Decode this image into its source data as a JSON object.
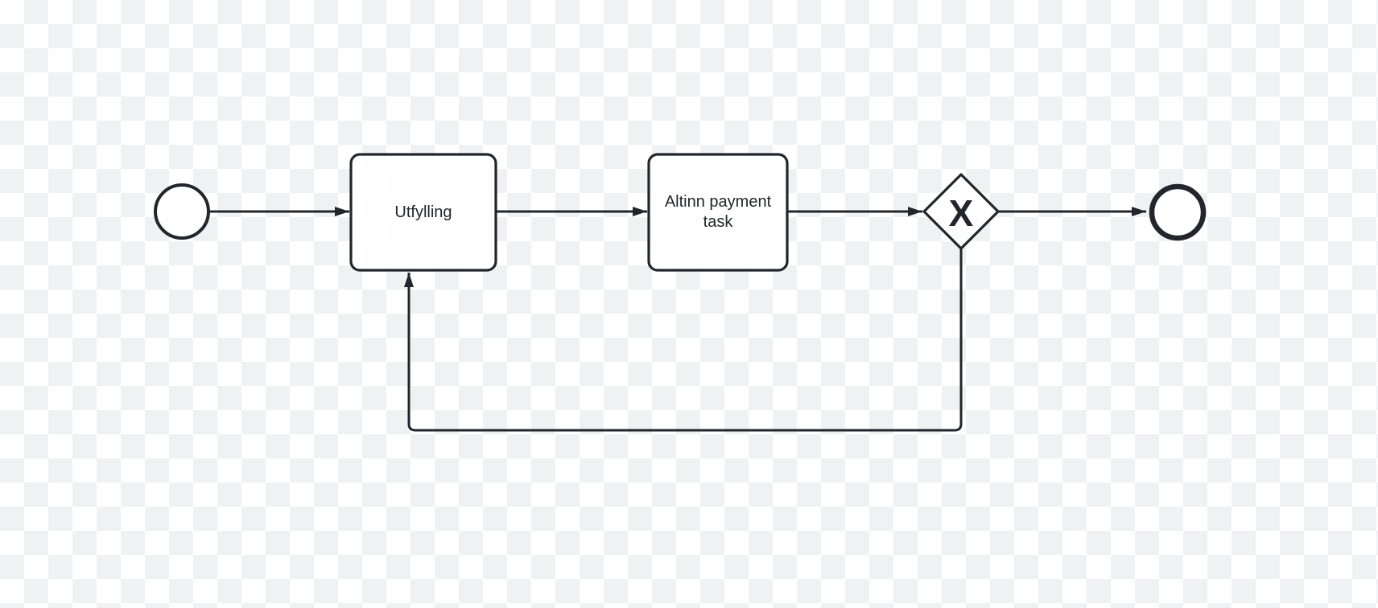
{
  "app": {
    "name": "BPMN process diagram canvas"
  },
  "theme": {
    "checker_gray": "#f0f1f2",
    "canvas_white": "#ffffff",
    "stroke": "#22252b",
    "shape_fill": "rgba(255,255,255,0.88)"
  },
  "diagram": {
    "type": "bpmn-process",
    "nodes": [
      {
        "id": "start-event",
        "type": "start-event",
        "label": ""
      },
      {
        "id": "task-utfylling",
        "type": "task",
        "label": "Utfylling"
      },
      {
        "id": "task-altinn-payment",
        "type": "task",
        "label": "Altinn payment task"
      },
      {
        "id": "exclusive-gateway",
        "type": "exclusive-gateway",
        "marker": "X",
        "label": ""
      },
      {
        "id": "end-event",
        "type": "end-event",
        "label": ""
      }
    ],
    "edges": [
      {
        "from": "start-event",
        "to": "task-utfylling",
        "kind": "sequence-flow"
      },
      {
        "from": "task-utfylling",
        "to": "task-altinn-payment",
        "kind": "sequence-flow"
      },
      {
        "from": "task-altinn-payment",
        "to": "exclusive-gateway",
        "kind": "sequence-flow"
      },
      {
        "from": "exclusive-gateway",
        "to": "end-event",
        "kind": "sequence-flow"
      },
      {
        "from": "exclusive-gateway",
        "to": "task-utfylling",
        "kind": "sequence-flow-loop-back"
      }
    ]
  }
}
